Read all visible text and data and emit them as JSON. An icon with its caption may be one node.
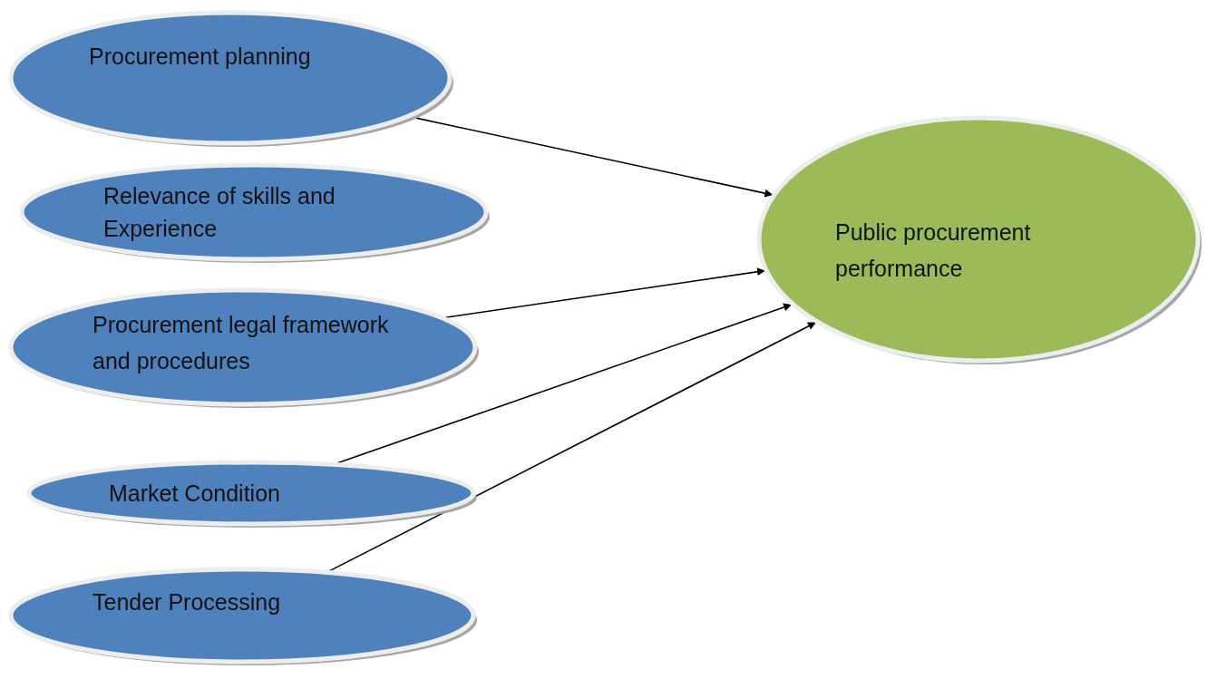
{
  "diagram": {
    "nodes": [
      {
        "text": [
          "Procurement planning"
        ]
      },
      {
        "text": [
          "Relevance of skills and Experience"
        ]
      },
      {
        "text": [
          "Procurement legal framework and procedures"
        ]
      },
      {
        "text": [
          "Market Condition"
        ]
      },
      {
        "text": [
          "Tender Processing"
        ]
      },
      {
        "text": [
          "Public procurement performance"
        ]
      }
    ],
    "edges": [
      {
        "from": 0,
        "to": 5,
        "arrow": "to"
      },
      {
        "from": 2,
        "to": 5,
        "arrow": "to"
      },
      {
        "from": 3,
        "to": 5,
        "arrow": "to"
      },
      {
        "from": 4,
        "to": 5,
        "arrow": "to"
      }
    ]
  }
}
